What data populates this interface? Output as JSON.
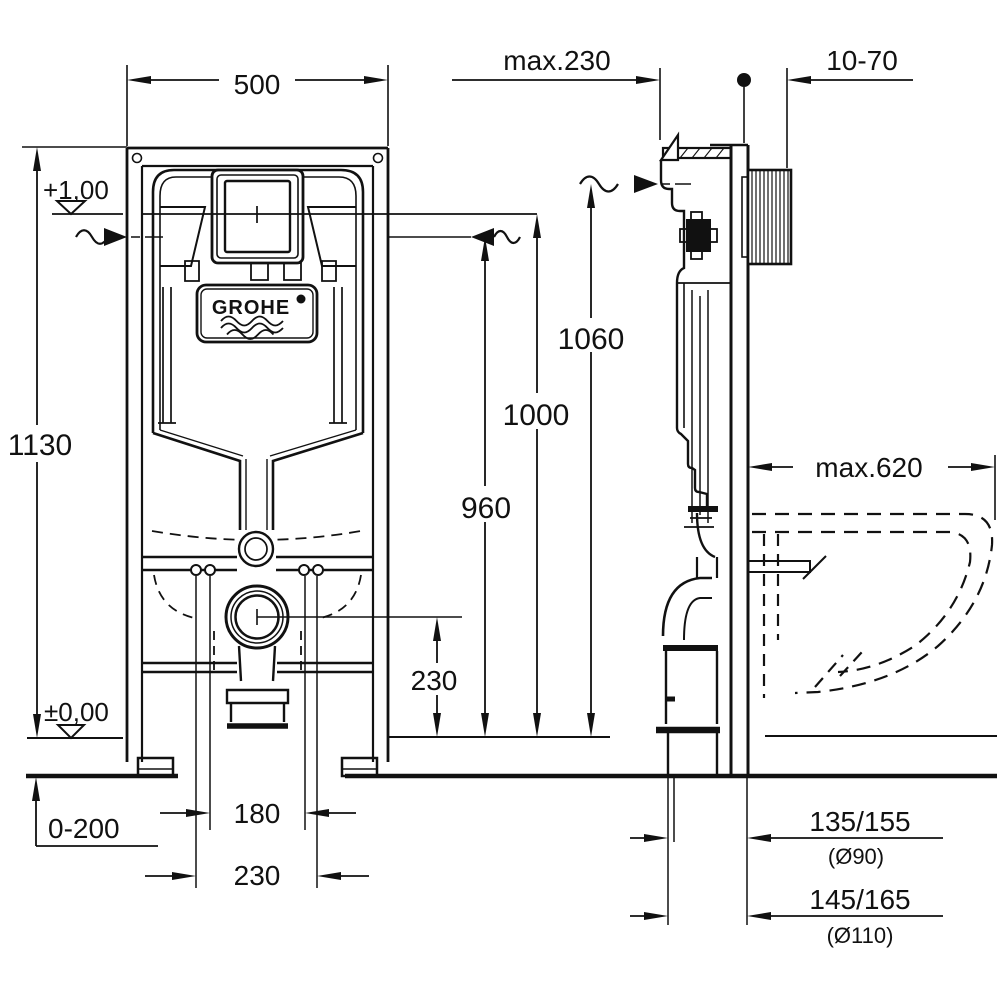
{
  "brand": {
    "name": "GROHE"
  },
  "dims": {
    "frame_width": "500",
    "frame_height": "1130",
    "level_top": "+1,00",
    "level_floor": "±0,00",
    "h960": "960",
    "h1000": "1000",
    "h1060": "1060",
    "drain_height": "230",
    "top_depth": "max.230",
    "wall_clearance": "10-70",
    "bowl_depth": "max.620",
    "foot_adjust": "0-200",
    "outlet_offset_inner": "180",
    "outlet_offset_outer": "230",
    "drain_wall_90": "135/155",
    "drain_wall_90_dia": "(Ø90)",
    "drain_wall_110": "145/165",
    "drain_wall_110_dia": "(Ø110)"
  }
}
